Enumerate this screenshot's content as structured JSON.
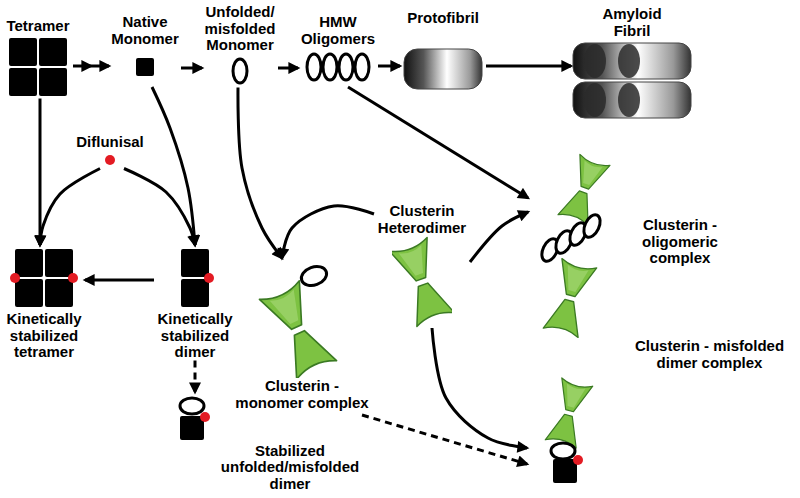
{
  "diagram": {
    "nodes": [
      {
        "text": [
          "Tetramer"
        ]
      },
      {
        "text": [
          "Native Monomer"
        ]
      },
      {
        "text": [
          "Unfolded/ misfolded Monomer"
        ]
      },
      {
        "text": [
          "HMW Oligomers"
        ]
      },
      {
        "text": [
          "Protofibril"
        ]
      },
      {
        "text": [
          "Amyloid Fibril"
        ]
      },
      {
        "text": [
          "Diflunisal"
        ]
      },
      {
        "text": [
          "Clusterin Heterodimer"
        ]
      },
      {
        "text": [
          "Clusterin - oligomeric complex"
        ]
      },
      {
        "text": [
          "Kinetically stabilized tetramer"
        ]
      },
      {
        "text": [
          "Kinetically stabilized dimer"
        ]
      },
      {
        "text": [
          "Clusterin - monomer complex"
        ]
      },
      {
        "text": [
          "Stabilized unfolded/misfolded dimer"
        ]
      },
      {
        "text": [
          "Clusterin - misfolded dimer complex"
        ]
      }
    ],
    "edges": [
      {
        "from": 0,
        "to": 1,
        "arrow": "to"
      },
      {
        "from": 1,
        "to": 2,
        "arrow": "to"
      },
      {
        "from": 2,
        "to": 3,
        "arrow": "to"
      },
      {
        "from": 3,
        "to": 4,
        "arrow": "to"
      },
      {
        "from": 4,
        "to": 5,
        "arrow": "to"
      },
      {
        "from": 0,
        "to": 9,
        "arrow": "to"
      },
      {
        "from": 6,
        "to": 9,
        "arrow": "to"
      },
      {
        "from": 1,
        "to": 10,
        "arrow": "to"
      },
      {
        "from": 6,
        "to": 10,
        "arrow": "to"
      },
      {
        "from": 10,
        "to": 9,
        "arrow": "to"
      },
      {
        "from": 10,
        "to": 12,
        "arrow": "to"
      },
      {
        "from": 2,
        "to": 11,
        "arrow": "to"
      },
      {
        "from": 7,
        "to": 11,
        "arrow": "to"
      },
      {
        "from": 3,
        "to": 8,
        "arrow": "to"
      },
      {
        "from": 7,
        "to": 8,
        "arrow": "to"
      },
      {
        "from": 7,
        "to": 13,
        "arrow": "to"
      },
      {
        "from": 12,
        "to": 13,
        "arrow": "to"
      }
    ]
  }
}
